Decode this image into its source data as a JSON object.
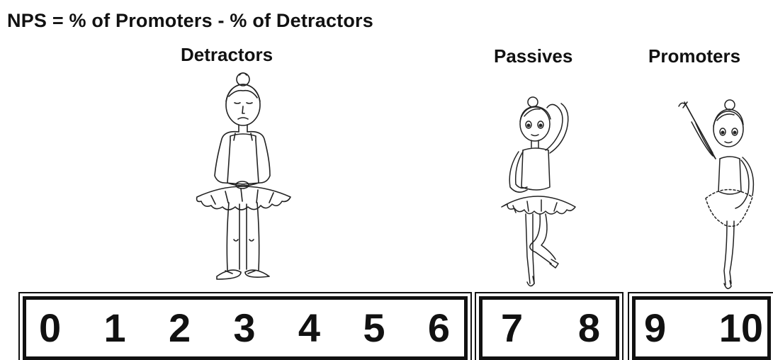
{
  "formula": "NPS = % of Promoters - % of Detractors",
  "groups": [
    {
      "label": "Detractors",
      "scores": [
        "0",
        "1",
        "2",
        "3",
        "4",
        "5",
        "6"
      ]
    },
    {
      "label": "Passives",
      "scores": [
        "7",
        "8"
      ]
    },
    {
      "label": "Promoters",
      "scores": [
        "9",
        "10"
      ]
    }
  ],
  "figures": {
    "detractor": "ballerina-standing-sad-icon",
    "passive": "ballerina-pose-arm-raised-icon",
    "promoter": "ballerina-leg-raised-icon"
  },
  "colors": {
    "ink": "#111111",
    "background": "#ffffff"
  }
}
